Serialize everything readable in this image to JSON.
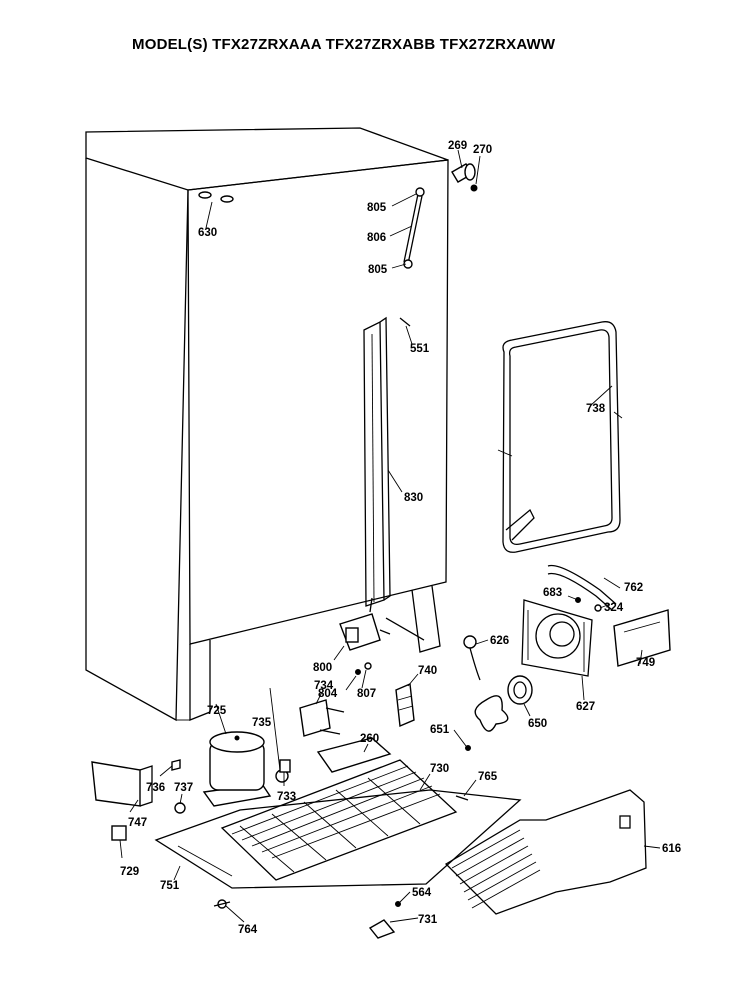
{
  "title": "MODEL(S) TFX27ZRXAAA  TFX27ZRXABB  TFX27ZRXAWW",
  "parts": [
    {
      "id": "cabinet",
      "label": ""
    },
    {
      "id": "p269",
      "label": "269"
    },
    {
      "id": "p270",
      "label": "270"
    },
    {
      "id": "p630",
      "label": "630"
    },
    {
      "id": "p805a",
      "label": "805"
    },
    {
      "id": "p806",
      "label": "806"
    },
    {
      "id": "p805b",
      "label": "805"
    },
    {
      "id": "p551",
      "label": "551"
    },
    {
      "id": "p738",
      "label": "738"
    },
    {
      "id": "p830",
      "label": "830"
    },
    {
      "id": "p762",
      "label": "762"
    },
    {
      "id": "p683",
      "label": "683"
    },
    {
      "id": "p324",
      "label": "324"
    },
    {
      "id": "p626",
      "label": "626"
    },
    {
      "id": "p749",
      "label": "749"
    },
    {
      "id": "p627",
      "label": "627"
    },
    {
      "id": "p800",
      "label": "800"
    },
    {
      "id": "p740",
      "label": "740"
    },
    {
      "id": "p804",
      "label": "804"
    },
    {
      "id": "p807",
      "label": "807"
    },
    {
      "id": "p651",
      "label": "651"
    },
    {
      "id": "p650",
      "label": "650"
    },
    {
      "id": "p725",
      "label": "725"
    },
    {
      "id": "p735",
      "label": "735"
    },
    {
      "id": "p734",
      "label": "734"
    },
    {
      "id": "p260",
      "label": "260"
    },
    {
      "id": "p730",
      "label": "730"
    },
    {
      "id": "p765",
      "label": "765"
    },
    {
      "id": "p736",
      "label": "736"
    },
    {
      "id": "p737",
      "label": "737"
    },
    {
      "id": "p733",
      "label": "733"
    },
    {
      "id": "p747",
      "label": "747"
    },
    {
      "id": "p616",
      "label": "616"
    },
    {
      "id": "p729",
      "label": "729"
    },
    {
      "id": "p751",
      "label": "751"
    },
    {
      "id": "p564",
      "label": "564"
    },
    {
      "id": "p731",
      "label": "731"
    },
    {
      "id": "p764",
      "label": "764"
    }
  ]
}
